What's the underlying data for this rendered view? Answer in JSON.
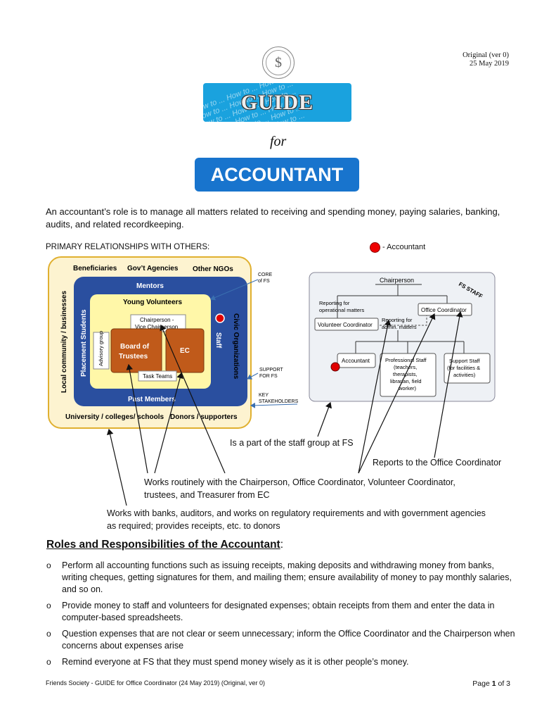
{
  "header": {
    "version": "Original (ver 0)",
    "date": "25 May 2019",
    "seal_symbol": "$",
    "guide_title": "GUIDE",
    "guide_bg_text": "How to ... How to ... How to ...",
    "for_text": "for",
    "role_title": "ACCOUNTANT"
  },
  "intro": "An accountant’s role is to manage all matters related to receiving and spending money, paying salaries, banking, audits, and related recordkeeping.",
  "primary_label": "PRIMARY RELATIONSHIPS WITH OTHERS:",
  "legend": {
    "symbol_label": "-   Accountant",
    "dot_color": "#e00000"
  },
  "diagram_left": {
    "beneficiaries": "Beneficiaries",
    "govt": "Gov’t Agencies",
    "ngos": "Other NGOs",
    "local": "Local community / businesses",
    "civic": "Civic Organizations",
    "university": "University / colleges/ schools",
    "donors": "Donors / supporters",
    "mentors": "Mentors",
    "placement": "Placement Students",
    "staff": "Staff",
    "past": "Past Members",
    "young": "Young Volunteers",
    "chair": "Chairperson -",
    "vice": "Vice Chairperson",
    "advisory": "Advisory group",
    "board": "Board of Trustees",
    "ec": "EC",
    "task": "Task Teams",
    "core": "CORE of FS",
    "support": "SUPPORT FOR FS",
    "key": "KEY STAKEHOLDERS"
  },
  "diagram_right": {
    "chairperson": "Chairperson",
    "fs_staff": "FS STAFF",
    "reporting_op": "Reporting for operational matters",
    "office_coord": "Office Coordinator",
    "reporting_admin": "Reporting for admin. matters",
    "volunteer_coord": "Volunteer Coordinator",
    "accountant": "Accountant",
    "professional": "Professional Staff (teachers, therapists, librarian, field worker)",
    "support_staff": "Support Staff (for facilities & activities)"
  },
  "annotations": {
    "staff_group": "Is a part of the staff group at FS",
    "reports_to": "Reports to the Office Coordinator",
    "works_routinely": "Works routinely with the Chairperson, Office Coordinator, Volunteer Coordinator,",
    "works_routinely2": "trustees, and Treasurer from EC",
    "works_banks": "Works with banks, auditors, and works on regulatory requirements and with government agencies",
    "works_banks2": "as required; provides receipts, etc. to donors"
  },
  "roles": {
    "heading": "Roles and Responsibilities of the Accountant",
    "colon": ":",
    "marker": "o",
    "items": [
      "Perform all accounting functions such as issuing receipts, making deposits and withdrawing money from banks, writing cheques, getting signatures for them, and mailing them; ensure availability of money to pay monthly salaries, and so on.",
      "Provide money to staff and volunteers for designated expenses; obtain receipts from them and enter the data in computer-based spreadsheets.",
      "Question expenses that are not clear or seem unnecessary; inform the Office Coordinator and the Chairperson when concerns about expenses arise",
      "Remind everyone at FS that they must spend money wisely as it is other people’s money."
    ]
  },
  "footer": {
    "left": "Friends Society - GUIDE for Office Coordinator (24 May 2019) (Original, ver 0)",
    "page_prefix": "Page",
    "page_num": "1",
    "page_suffix": "of 3"
  }
}
